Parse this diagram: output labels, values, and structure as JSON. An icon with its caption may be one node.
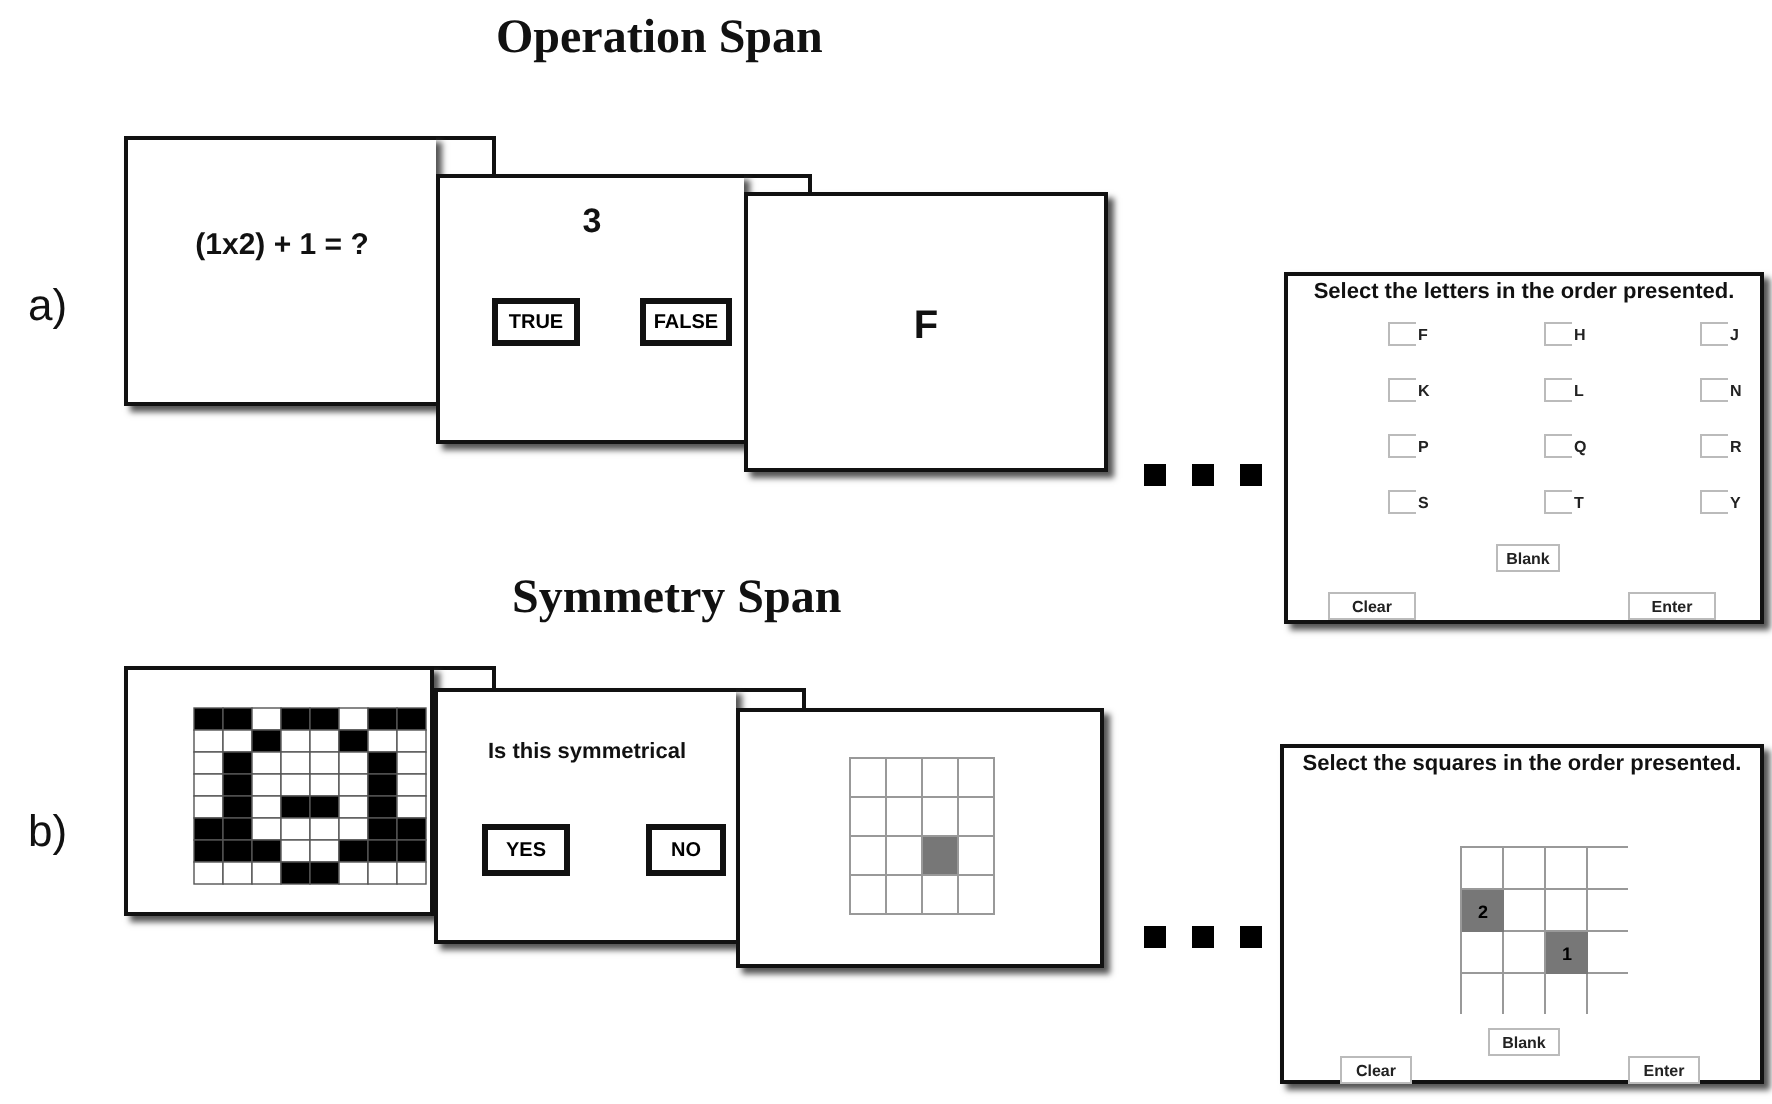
{
  "diagram": {
    "nodes": [
      {
        "text": [
          "(1x2) + 1 = ?"
        ]
      },
      {
        "text": [
          "3"
        ]
      },
      {
        "text": [
          "TRUE"
        ],
        "in": 1
      },
      {
        "text": [
          "FALSE"
        ],
        "in": 1
      },
      {
        "text": [
          "F"
        ]
      },
      {
        "text": [
          "Select the letters in the order presented."
        ]
      },
      {
        "text": [
          "F"
        ],
        "in": 5
      },
      {
        "text": [
          "H"
        ],
        "in": 5
      },
      {
        "text": [
          "J"
        ],
        "in": 5
      },
      {
        "text": [
          "K"
        ],
        "in": 5
      },
      {
        "text": [
          "L"
        ],
        "in": 5
      },
      {
        "text": [
          "N"
        ],
        "in": 5
      },
      {
        "text": [
          "P"
        ],
        "in": 5
      },
      {
        "text": [
          "Q"
        ],
        "in": 5
      },
      {
        "text": [
          "R"
        ],
        "in": 5
      },
      {
        "text": [
          "S"
        ],
        "in": 5
      },
      {
        "text": [
          "T"
        ],
        "in": 5
      },
      {
        "text": [
          "Y"
        ],
        "in": 5
      },
      {
        "text": [
          "Blank"
        ],
        "in": 5
      },
      {
        "text": [
          "Clear"
        ],
        "in": 5
      },
      {
        "text": [
          "Enter"
        ],
        "in": 5
      },
      {
        "text": [],
        "shape": "box"
      },
      {
        "text": [
          "Is this symmetrical"
        ]
      },
      {
        "text": [
          "YES"
        ],
        "in": 22
      },
      {
        "text": [
          "NO"
        ],
        "in": 22
      },
      {
        "text": [],
        "shape": "box"
      },
      {
        "text": [
          "Select the squares in the order presented."
        ]
      },
      {
        "text": [
          "2"
        ],
        "in": 26
      },
      {
        "text": [
          "1"
        ],
        "in": 26
      },
      {
        "text": [
          "Blank"
        ],
        "in": 26
      },
      {
        "text": [
          "Clear"
        ],
        "in": 26
      },
      {
        "text": [
          "Enter"
        ],
        "in": 26
      }
    ],
    "labels": [
      "Operation Span",
      "a)",
      "Symmetry Span",
      "b)"
    ]
  }
}
